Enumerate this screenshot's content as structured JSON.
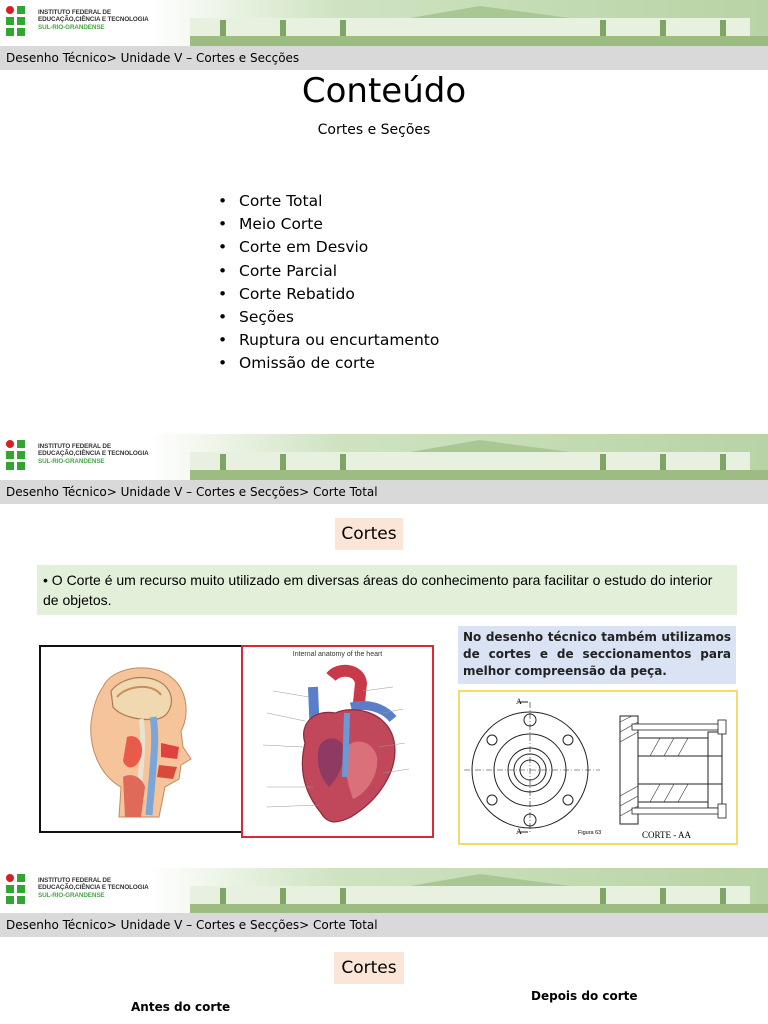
{
  "institution": {
    "logo_lines": [
      "INSTITUTO FEDERAL DE",
      "EDUCAÇÃO,CIÊNCIA E TECNOLOGIA",
      "SUL-RIO-GRANDENSE"
    ]
  },
  "slide1": {
    "breadcrumb": "Desenho Técnico> Unidade V – Cortes e Secções",
    "title": "Conteúdo",
    "subtitle": "Cortes e Seções",
    "topics": [
      "Corte Total",
      "Meio Corte",
      "Corte em Desvio",
      "Corte Parcial",
      "Corte Rebatido",
      "Seções",
      "Ruptura ou encurtamento",
      "Omissão de corte"
    ]
  },
  "slide2": {
    "breadcrumb": "Desenho Técnico> Unidade V – Cortes e Secções> Corte Total",
    "tag": "Cortes",
    "intro": "• O Corte é um recurso muito utilizado em diversas áreas do conhecimento para facilitar o estudo do interior de objetos.",
    "note": "No desenho técnico também utilizamos de cortes e de seccionamentos para melhor compreensão da peça.",
    "heart_title": "Internal anatomy of the heart",
    "figure_label": "Figura 63",
    "section_label": "CORTE - AA",
    "section_marks": [
      "A",
      "A"
    ]
  },
  "slide3": {
    "breadcrumb": "Desenho Técnico> Unidade V – Cortes e Secções> Corte Total",
    "tag": "Cortes",
    "before": "Antes do corte",
    "after": "Depois do corte"
  },
  "colors": {
    "breadcrumb_bg": "#d9d9d9",
    "tag_bg": "#fbe5d6",
    "intro_bg": "#e2efd9",
    "note_bg": "#dae3f3",
    "brand_green": "#32a532",
    "brand_red": "#d42020"
  }
}
